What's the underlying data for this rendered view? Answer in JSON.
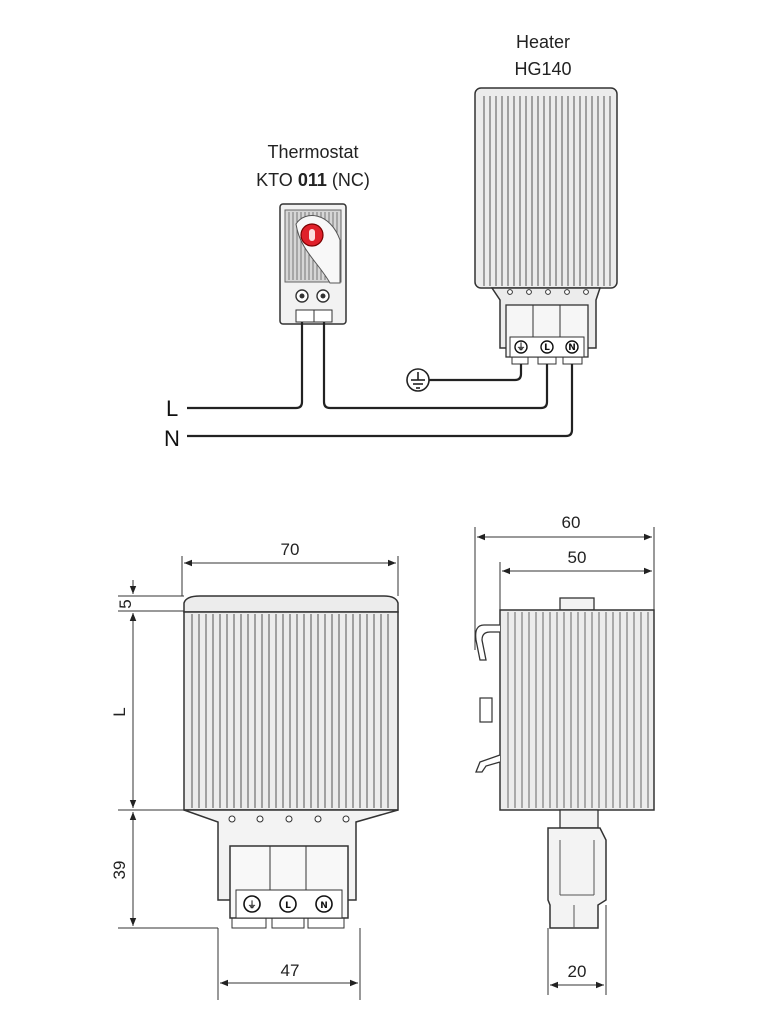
{
  "heater": {
    "label_line1": "Heater",
    "label_line2": "HG140"
  },
  "thermostat": {
    "label_line1": "Thermostat",
    "label_line2_prefix": "KTO ",
    "label_line2_code": "011",
    "label_line2_suffix": " (NC)",
    "dial_color": "#e0202a"
  },
  "wiring": {
    "line_label": "L",
    "neutral_label": "N"
  },
  "terminals": {
    "earth": "⏚",
    "line": "L",
    "neutral": "N"
  },
  "dimensions": {
    "width_front": "70",
    "top_cap": "5",
    "body_length": "L",
    "bracket_height": "39",
    "bracket_width": "47",
    "depth_total": "60",
    "depth_body": "50",
    "clip_width": "20"
  },
  "colors": {
    "body_fill": "#ececec",
    "fin_line": "#444444",
    "wire": "#222222",
    "dial": "#e0202a"
  }
}
